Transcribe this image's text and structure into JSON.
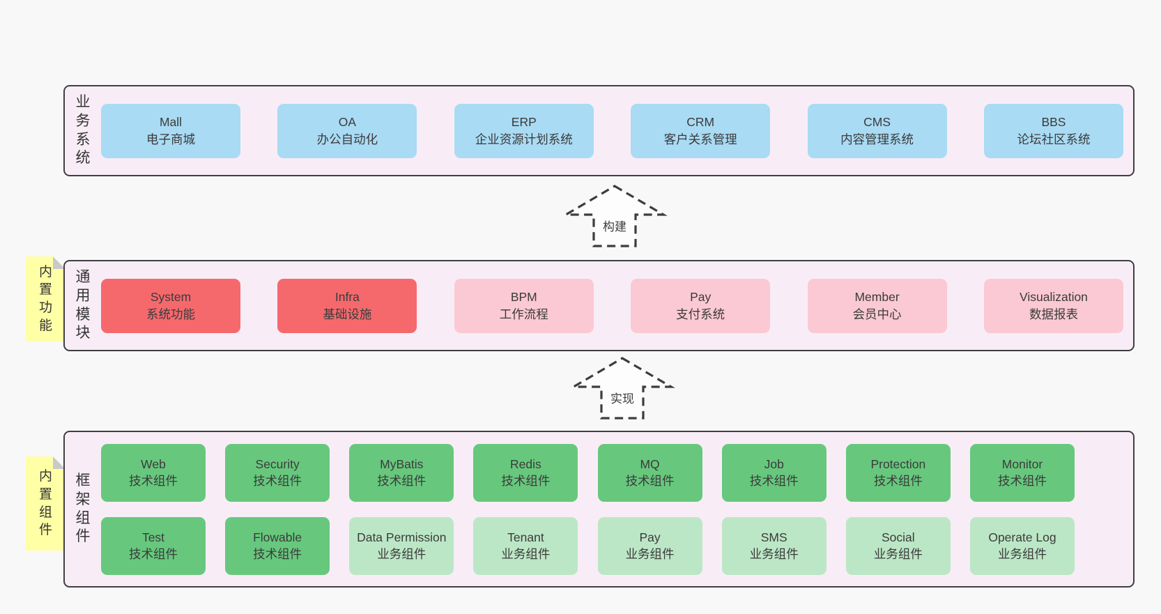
{
  "palette": {
    "page_bg": "#f8f8f8",
    "panel_bg": "#f8edf6",
    "panel_border": "#3f3f3f",
    "blue_box": "#a9dbf4",
    "red_box": "#f5696d",
    "pink_box": "#fbc9d3",
    "green_dark_box": "#67c87d",
    "green_light_box": "#bce7c6",
    "note_bg": "#ffffa6",
    "note_fold": "#c9c9c9",
    "text": "#3b3b3b"
  },
  "business_systems": {
    "label": "业务系统",
    "boxes": [
      {
        "en": "Mall",
        "zh": "电子商城"
      },
      {
        "en": "OA",
        "zh": "办公自动化"
      },
      {
        "en": "ERP",
        "zh": "企业资源计划系统"
      },
      {
        "en": "CRM",
        "zh": "客户关系管理"
      },
      {
        "en": "CMS",
        "zh": "内容管理系统"
      },
      {
        "en": "BBS",
        "zh": "论坛社区系统"
      }
    ]
  },
  "build_arrow": {
    "label": "构建"
  },
  "common_modules": {
    "label": "通用模块",
    "note": "内置功能",
    "boxes": [
      {
        "en": "System",
        "zh": "系统功能"
      },
      {
        "en": "Infra",
        "zh": "基础设施"
      },
      {
        "en": "BPM",
        "zh": "工作流程"
      },
      {
        "en": "Pay",
        "zh": "支付系统"
      },
      {
        "en": "Member",
        "zh": "会员中心"
      },
      {
        "en": "Visualization",
        "zh": "数据报表"
      }
    ]
  },
  "implement_arrow": {
    "label": "实现"
  },
  "framework_components": {
    "label": "框架组件",
    "note": "内置组件",
    "row1": [
      {
        "en": "Web",
        "zh": "技术组件"
      },
      {
        "en": "Security",
        "zh": "技术组件"
      },
      {
        "en": "MyBatis",
        "zh": "技术组件"
      },
      {
        "en": "Redis",
        "zh": "技术组件"
      },
      {
        "en": "MQ",
        "zh": "技术组件"
      },
      {
        "en": "Job",
        "zh": "技术组件"
      },
      {
        "en": "Protection",
        "zh": "技术组件"
      },
      {
        "en": "Monitor",
        "zh": "技术组件"
      }
    ],
    "row2": [
      {
        "en": "Test",
        "zh": "技术组件"
      },
      {
        "en": "Flowable",
        "zh": "技术组件"
      },
      {
        "en": "Data Permission",
        "zh": "业务组件"
      },
      {
        "en": "Tenant",
        "zh": "业务组件"
      },
      {
        "en": "Pay",
        "zh": "业务组件"
      },
      {
        "en": "SMS",
        "zh": "业务组件"
      },
      {
        "en": "Social",
        "zh": "业务组件"
      },
      {
        "en": "Operate Log",
        "zh": "业务组件"
      }
    ]
  }
}
